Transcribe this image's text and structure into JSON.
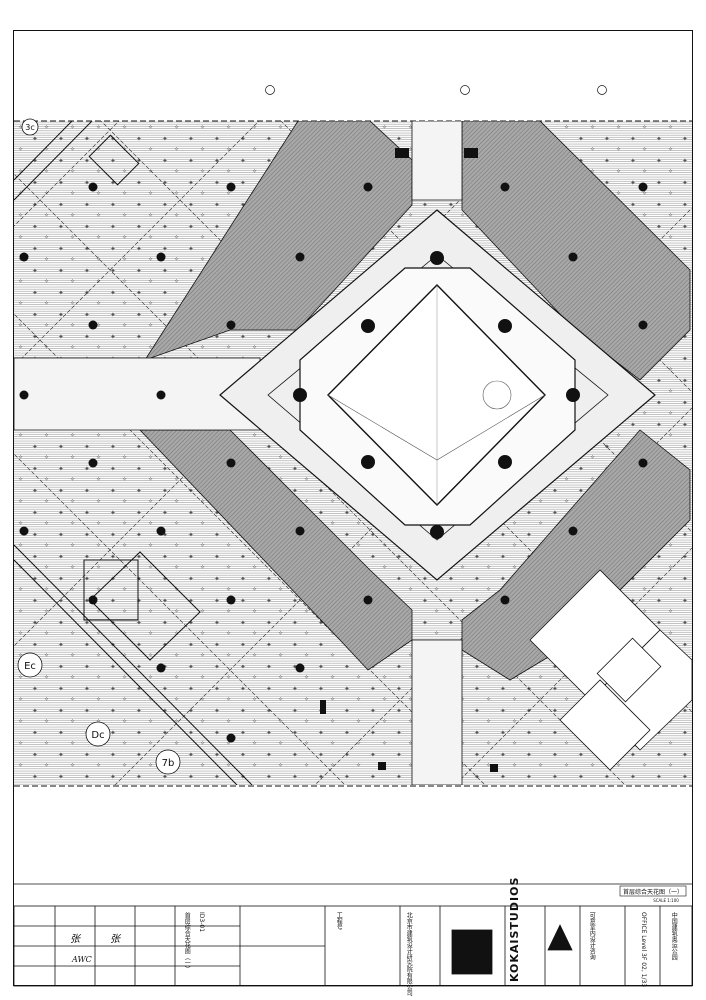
{
  "grid_labels": {
    "top_left": "3c",
    "left_lower": "Ec",
    "bottom_a": "Dc",
    "bottom_b": "7b"
  },
  "drawing_title_strip": {
    "title": "首层综合天花图（一）",
    "scale": "SCALE 1:100"
  },
  "title_block": {
    "project_cn": "中国建筑奥运公园",
    "project_code": "OFFICE Level 3F 02, 1/33",
    "drawing_name_cn": "首层综合天花图（一）",
    "drawing_no": "ID3-01",
    "company_cn": "可意室内设计咨询",
    "company_en": "KOKAISTUDIOS",
    "design_inst": "北京市建筑设计研究院有限公司",
    "project_label": "工程号",
    "sign_1": "张",
    "sign_2": "张",
    "sign_3": "AWC"
  },
  "colors": {
    "line": "#111111",
    "shade": "#9a9a9a",
    "hatch": "#777777"
  }
}
